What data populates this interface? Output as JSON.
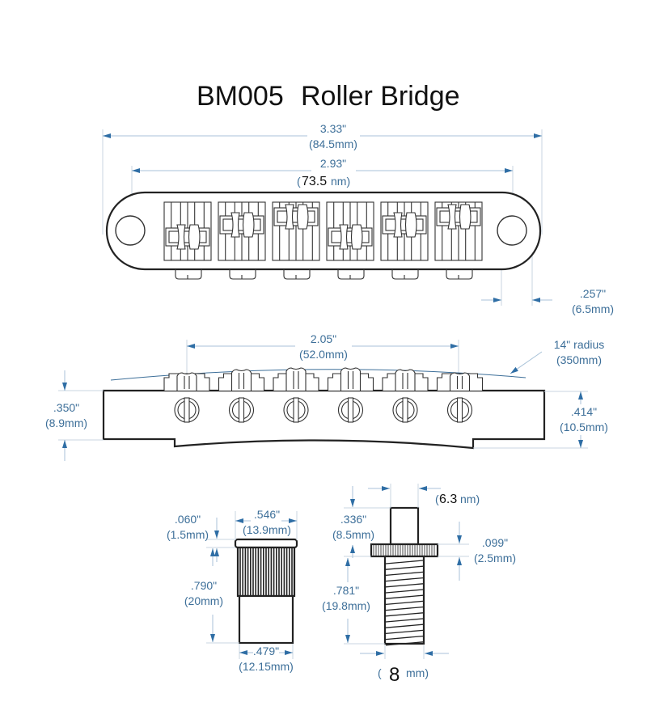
{
  "title": {
    "model": "BM005",
    "name": "Roller Bridge"
  },
  "top_view": {
    "overall_length": {
      "in": "3.33\"",
      "mm": "(84.5mm)"
    },
    "post_spacing": {
      "in": "2.93\"",
      "mm_open": "(",
      "mm_value": "73.5",
      "mm_unit": "nm)"
    },
    "post_hole_diameter": {
      "in": ".257\"",
      "mm": "(6.5mm)"
    },
    "saddle_count": 6
  },
  "side_view": {
    "string_spread": {
      "in": "2.05\"",
      "mm": "(52.0mm)"
    },
    "radius": {
      "in": "14\" radius",
      "mm": "(350mm)"
    },
    "left_height": {
      "in": ".350\"",
      "mm": "(8.9mm)"
    },
    "right_height": {
      "in": ".414\"",
      "mm": "(10.5mm)"
    }
  },
  "thumbwheel": {
    "top_width": {
      "in": ".546\"",
      "mm": "(13.9mm)"
    },
    "flange": {
      "in": ".060\"",
      "mm": "(1.5mm)"
    },
    "height": {
      "in": ".790\"",
      "mm": "(20mm)"
    },
    "bottom_width": {
      "in": ".479\"",
      "mm": "(12.15mm)"
    }
  },
  "stud": {
    "top_width": {
      "open": "(",
      "value": "6.3",
      "unit": "nm)"
    },
    "top_height": {
      "in": ".336\"",
      "mm": "(8.5mm)"
    },
    "collar": {
      "in": ".099\"",
      "mm": "(2.5mm)"
    },
    "thread_length": {
      "in": ".781\"",
      "mm": "(19.8mm)"
    },
    "thread_width": {
      "open": "(",
      "value": "8",
      "unit": "mm)"
    }
  },
  "colors": {
    "dimension": "#3d6f99",
    "arrow": "#2f6ea5",
    "outline": "#222222"
  }
}
